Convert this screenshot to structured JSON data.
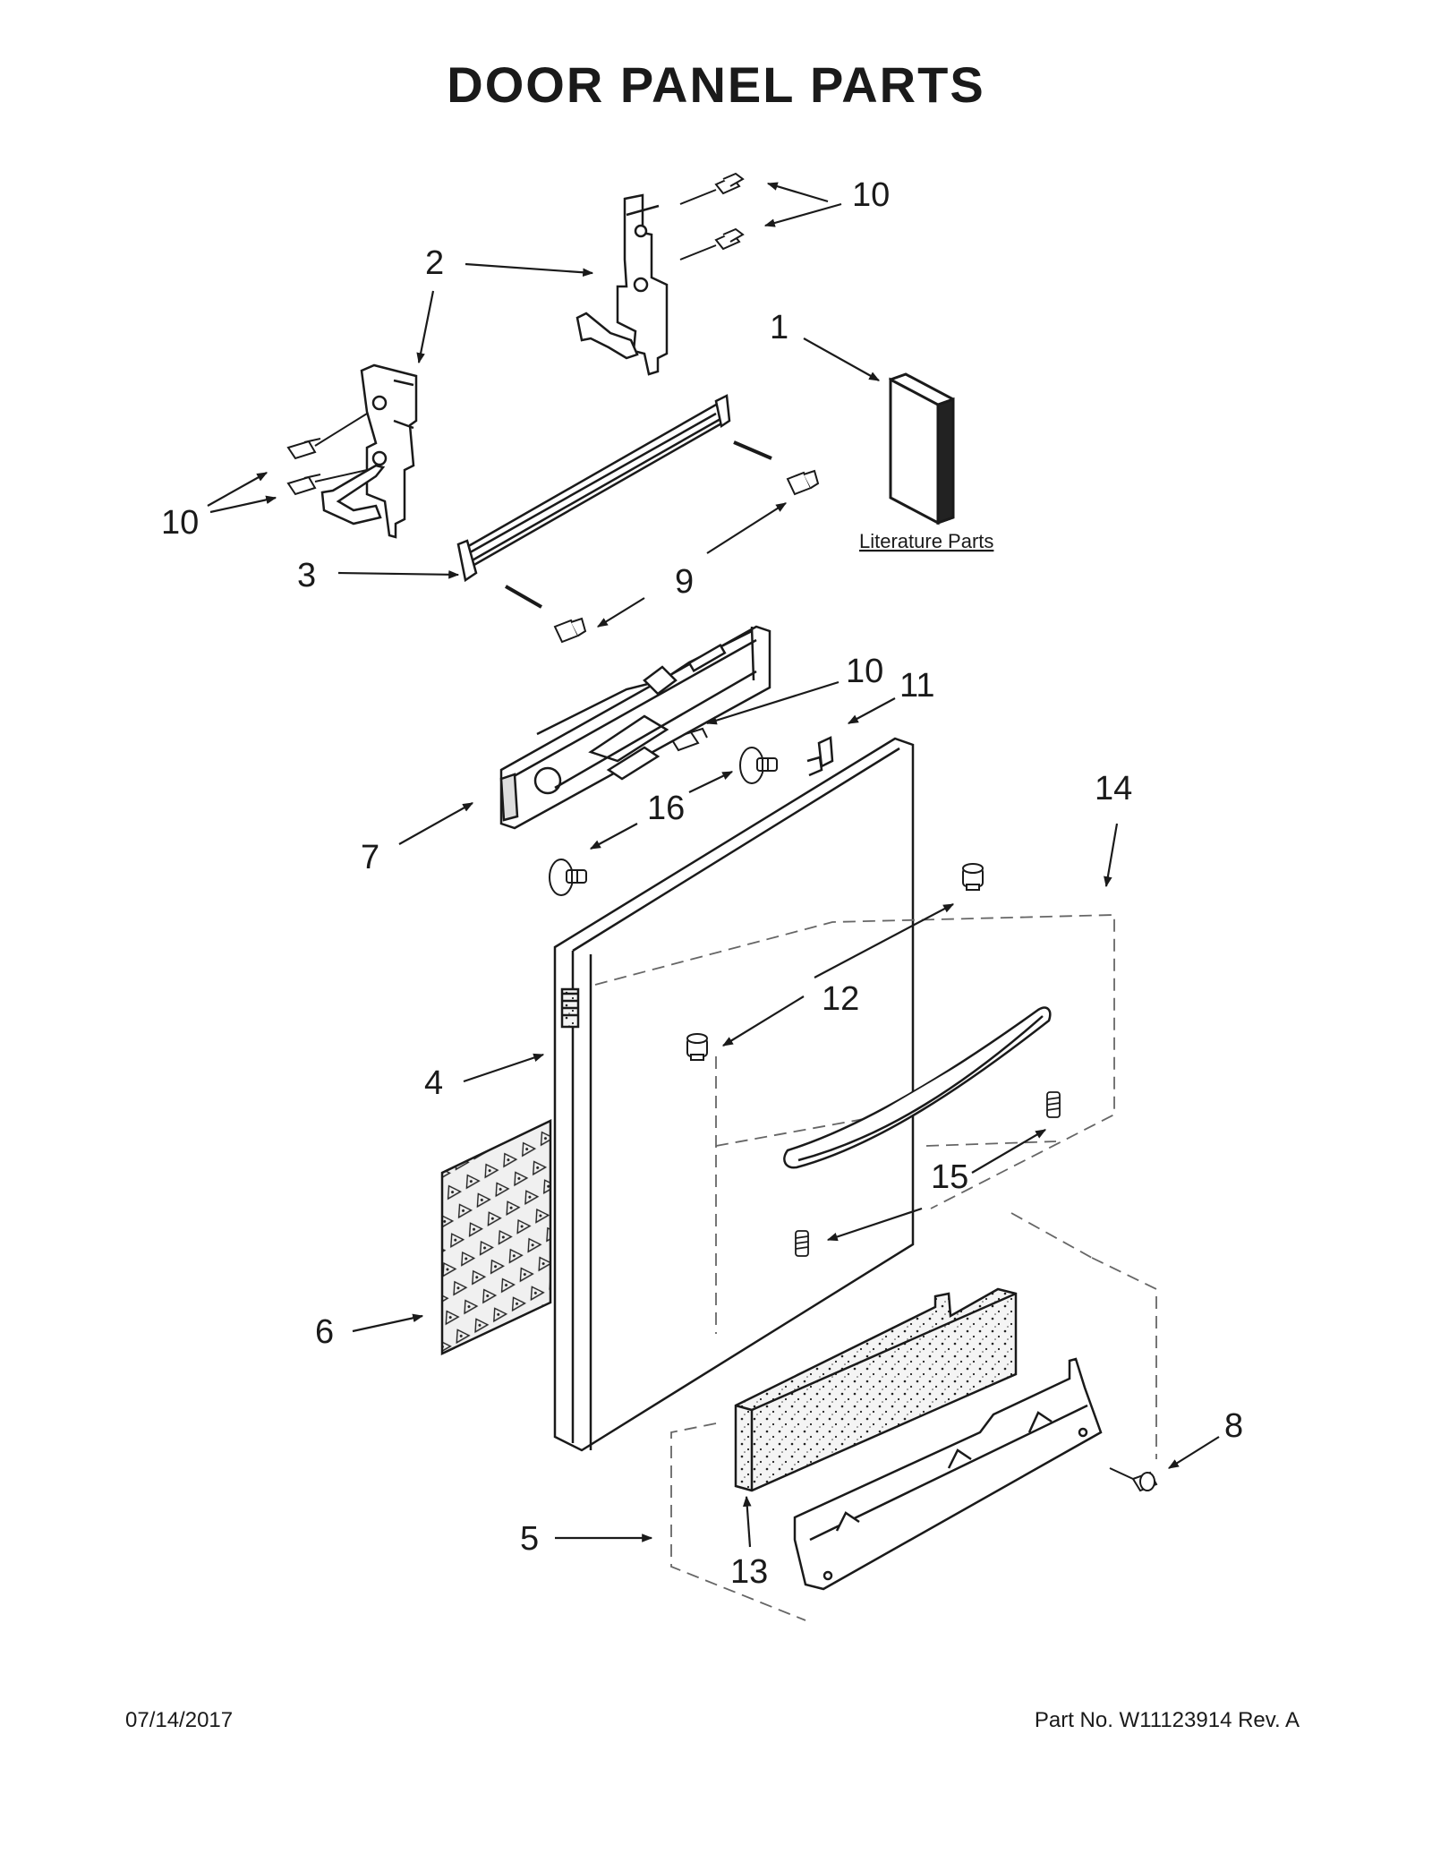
{
  "title": "DOOR PANEL PARTS",
  "callouts": {
    "c1": "1",
    "c2": "2",
    "c3": "3",
    "c4": "4",
    "c5": "5",
    "c6": "6",
    "c7": "7",
    "c8": "8",
    "c9": "9",
    "c10a": "10",
    "c10b": "10",
    "c10c": "10",
    "c11": "11",
    "c12": "12",
    "c13": "13",
    "c14": "14",
    "c15": "15",
    "c16": "16"
  },
  "literature_label": "Literature Parts",
  "footer": {
    "date": "07/14/2017",
    "part_label": "Part No.  W11123914  Rev.  A"
  }
}
